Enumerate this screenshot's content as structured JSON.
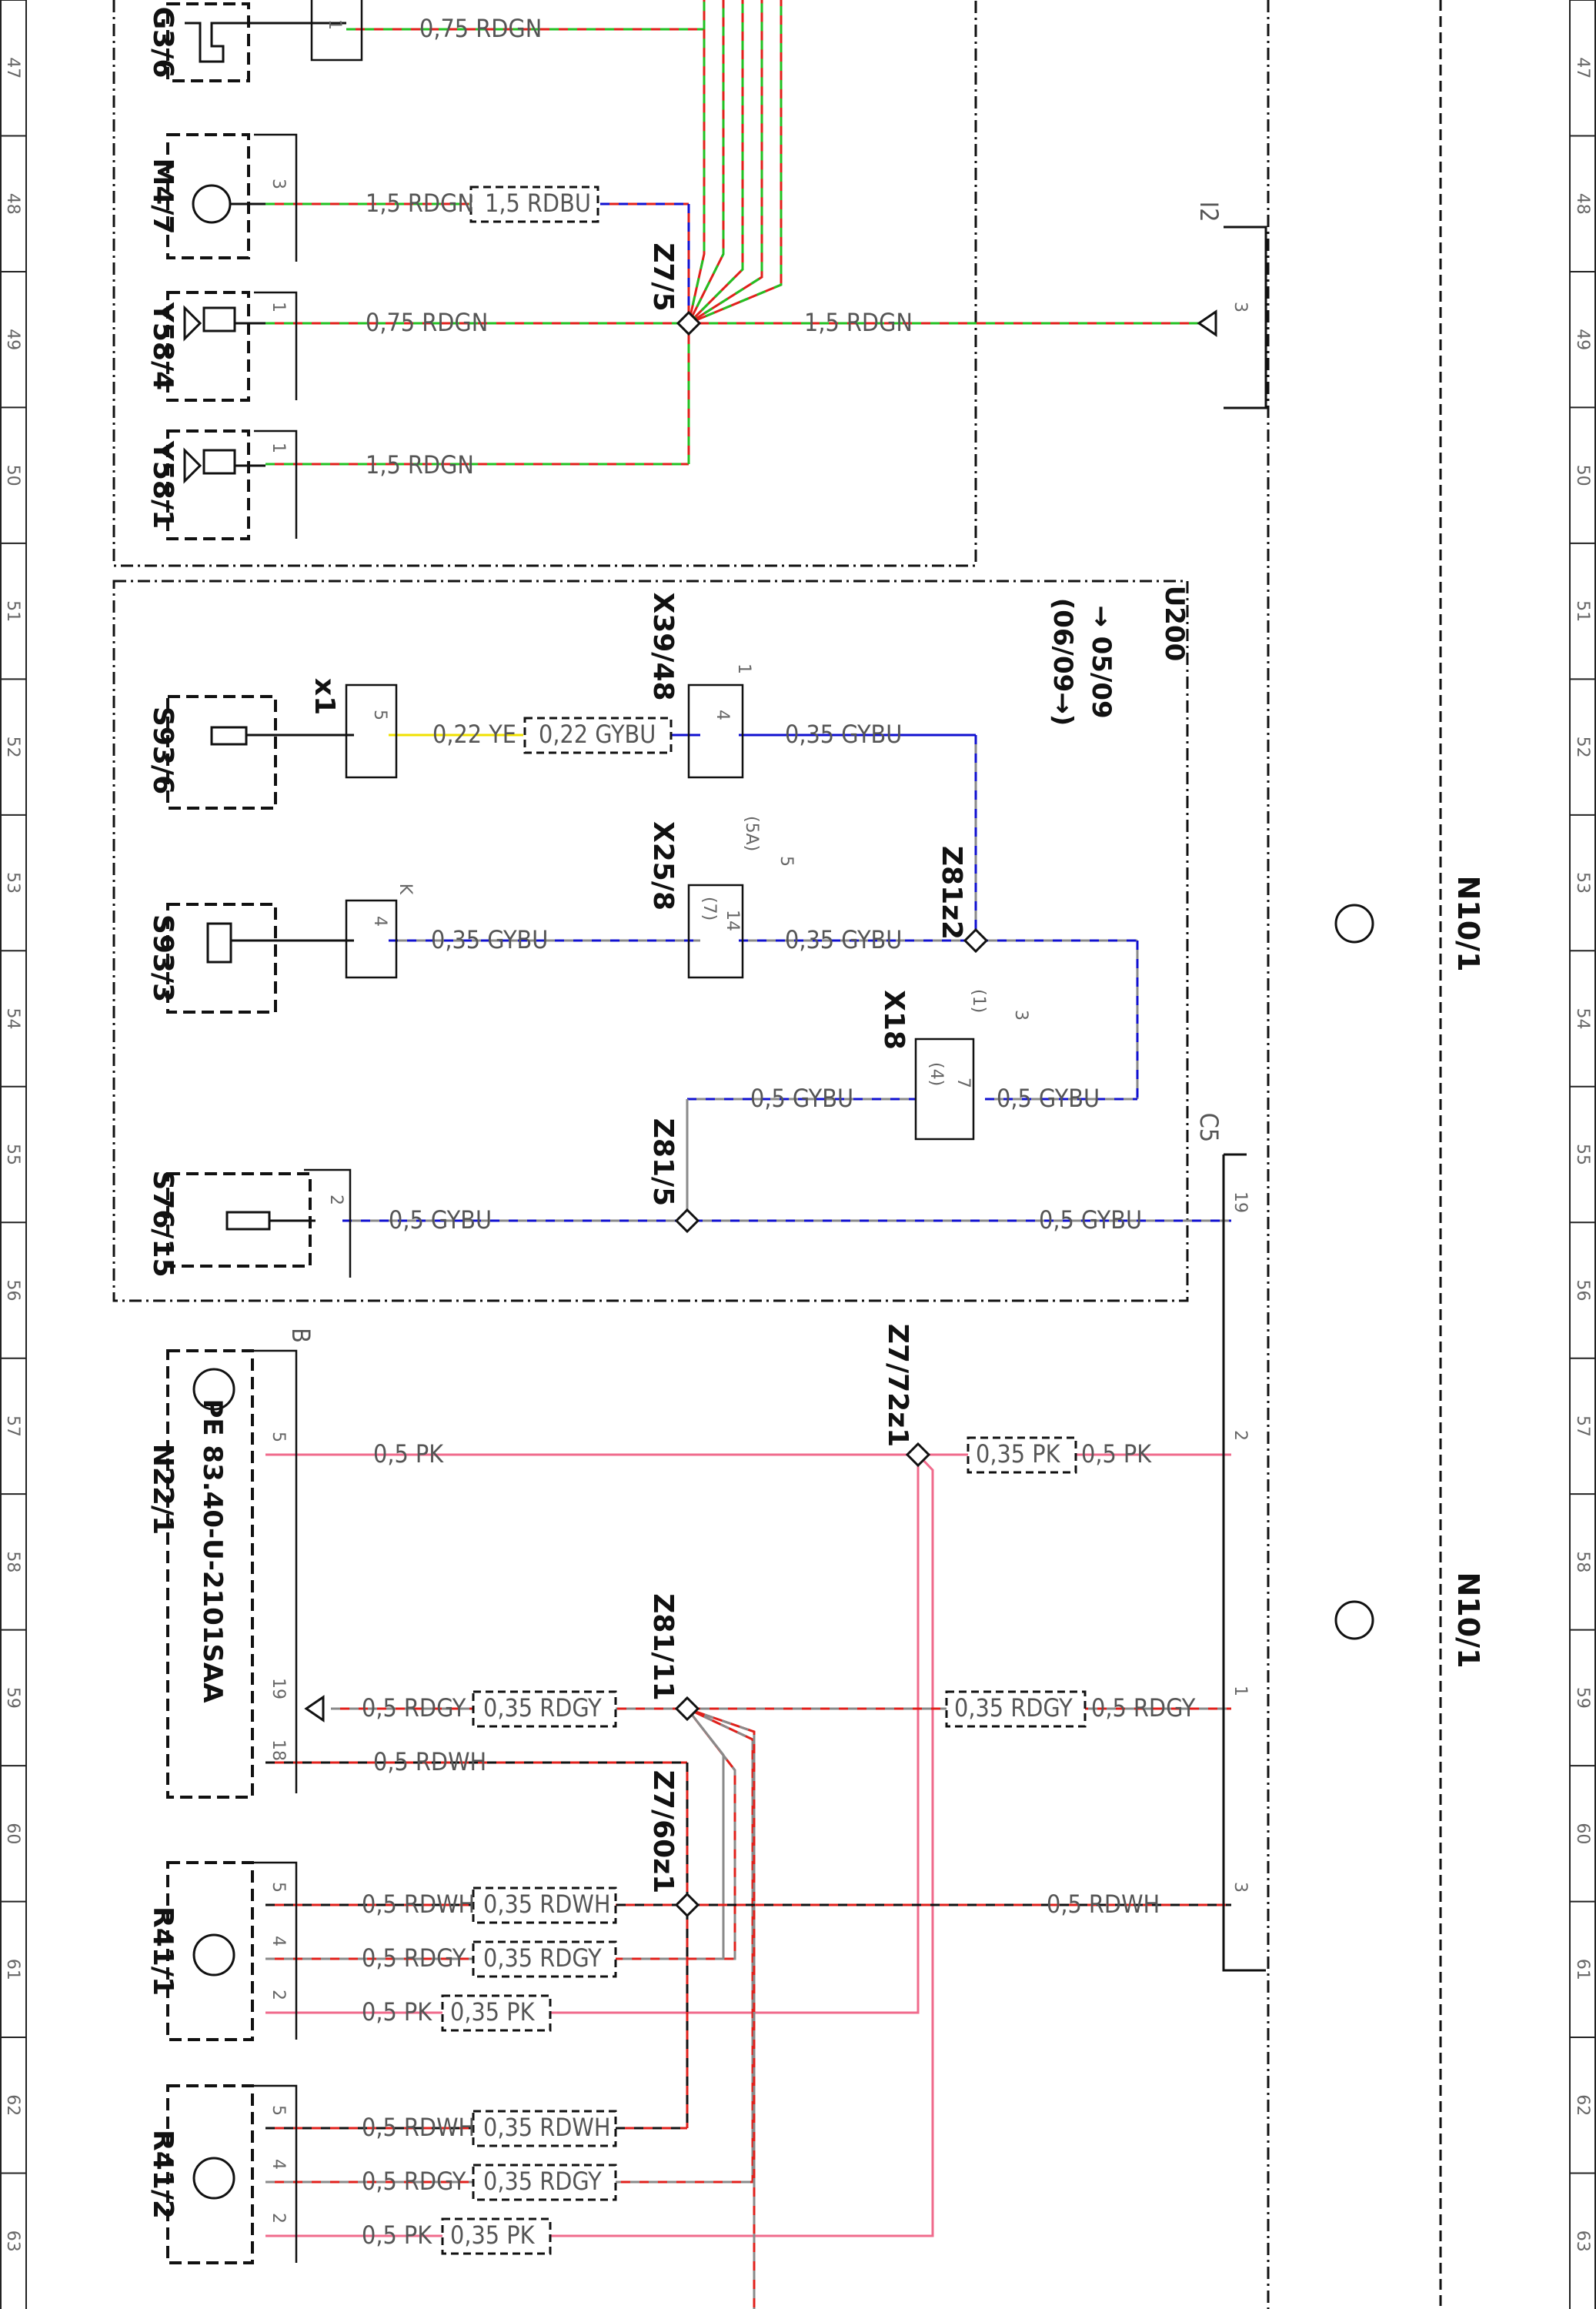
{
  "grid_numbers": [
    "47",
    "48",
    "49",
    "50",
    "51",
    "52",
    "53",
    "54",
    "55",
    "56",
    "57",
    "58",
    "59",
    "60",
    "61",
    "62",
    "63"
  ],
  "components": {
    "G3_6": "G3/6",
    "M4_7": "M4/7",
    "Y58_4": "Y58/4",
    "Y58_1": "Y58/1",
    "S93_6": "S93/6",
    "S93_3": "S93/3",
    "S76_15": "S76/15",
    "N22_1": "N22/1",
    "N22_1_code": "PE 83.40-U-2101SAA",
    "R41_1": "R41/1",
    "R41_2": "R41/2",
    "N10_1_a": "N10/1",
    "N10_1_b": "N10/1"
  },
  "connectors": {
    "Z7_5": "Z7/5",
    "X39_48": "X39/48",
    "X25_8": "X25/8",
    "Z81z2": "Z81z2",
    "X18": "X18",
    "Z81_5": "Z81/5",
    "Z7_72z1": "Z7/72z1",
    "Z81_11": "Z81/11",
    "Z7_60z1": "Z7/60z1",
    "x1": "x1",
    "I2": "I2",
    "C5": "C5",
    "K": "K",
    "B": "B"
  },
  "box_U200": {
    "code": "U200",
    "line1": "→ 05/09",
    "line2": "(06/09→)"
  },
  "wires": {
    "w_g3": "0,75 RDGN",
    "w_m4": "1,5 RDGN",
    "w_m4b": "1,5 RDBU",
    "w_y584": "0,75 RDGN",
    "w_z7_n10": "1,5 RDGN",
    "w_y581": "1,5 RDGN",
    "w_s936_a": "0,22 YE",
    "w_s936_b": "0,22 GYBU",
    "w_s936_c": "0,35 GYBU",
    "w_s933_a": "0,35 GYBU",
    "w_s933_b": "0,35 GYBU",
    "w_x18_a": "0,5 GYBU",
    "w_x18_b": "0,5 GYBU",
    "w_s76_a": "0,5 GYBU",
    "w_s76_b": "0,5 GYBU",
    "w_n22_5": "0,5 PK",
    "w_pk_box": "0,35 PK",
    "w_pk_n10": "0,5 PK",
    "w_n22_19": "0,5 RDGY",
    "w_n22_19b": "0,35 RDGY",
    "w_rdgy_box": "0,35 RDGY",
    "w_rdgy_n10": "0,5 RDGY",
    "w_n22_18": "0,5 RDWH",
    "w_r411_5": "0,5 RDWH",
    "w_r411_5b": "0,35 RDWH",
    "w_rdwh_n10": "0,5 RDWH",
    "w_r411_4": "0,5 RDGY",
    "w_r411_4b": "0,35 RDGY",
    "w_r411_2": "0,5 PK",
    "w_r411_2b": "0,35 PK",
    "w_r412_5": "0,5 RDWH",
    "w_r412_5b": "0,35 RDWH",
    "w_r412_4": "0,5 RDGY",
    "w_r412_4b": "0,35 RDGY",
    "w_r412_2": "0,5 PK",
    "w_r412_2b": "0,35 PK"
  },
  "pins": {
    "g3_1": "1",
    "m4_3": "3",
    "y584_1": "1",
    "y581_1": "1",
    "n10_i2_3": "3",
    "s936_5": "5",
    "x39_4": "4",
    "x39_1": "1",
    "s933_4": "4",
    "x25_14": "14",
    "x25_7": "(7)",
    "x25_5": "5",
    "x25_5a": "(5A)",
    "x18_7": "7",
    "x18_4": "(4)",
    "x18_3": "3",
    "x18_1": "(1)",
    "s76_2": "2",
    "n10_c5_19": "19",
    "n22_5": "5",
    "n22_19": "19",
    "n22_18": "18",
    "n10_2": "2",
    "n10_1": "1",
    "n10_3": "3",
    "r411_5": "5",
    "r411_4": "4",
    "r411_2": "2",
    "r412_5": "5",
    "r412_4": "4",
    "r412_2": "2"
  },
  "colors": {
    "red": "#e0201b",
    "green": "#22c022",
    "blue": "#1010d0",
    "gray": "#8a8a8a",
    "pink": "#f06b8c",
    "yellow": "#f0e000"
  }
}
